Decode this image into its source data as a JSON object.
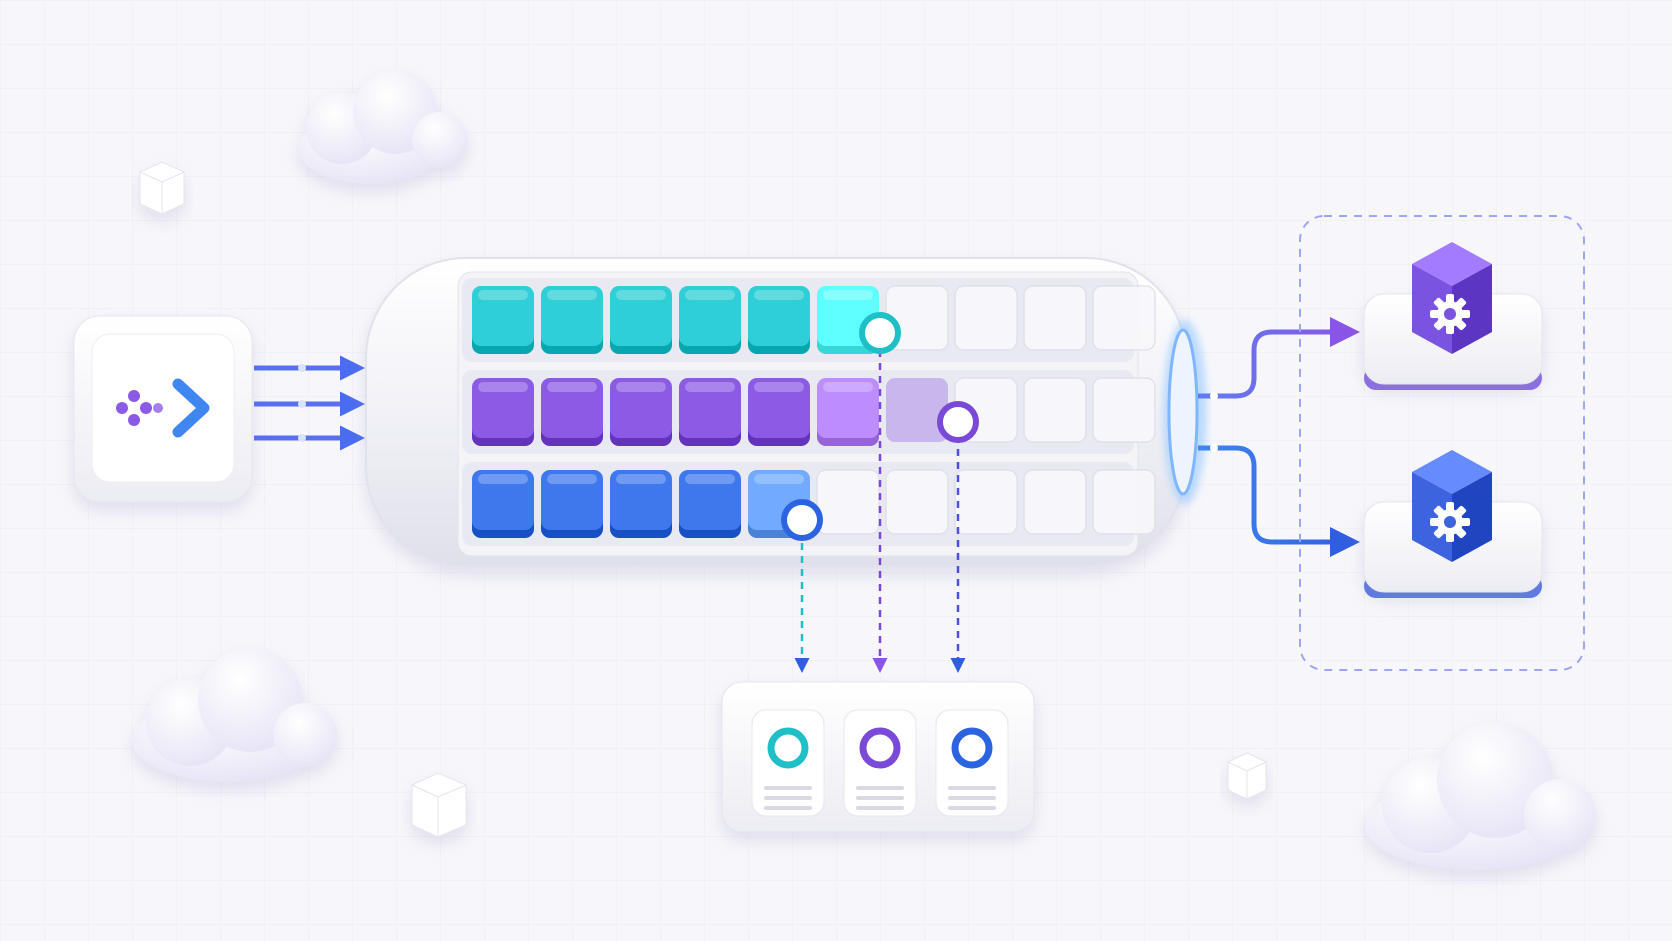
{
  "diagram": {
    "producer": {
      "icon": "data-stream-arrow-icon"
    },
    "queue": {
      "lanes": [
        {
          "color": "#2ecfd6",
          "filled": 6,
          "partial": 0,
          "total": 10
        },
        {
          "color": "#8b5be6",
          "filled": 6,
          "partial": 1,
          "total": 10
        },
        {
          "color": "#3f78ec",
          "filled": 5,
          "partial": 0,
          "total": 10
        }
      ]
    },
    "offset_markers": [
      {
        "color": "#1fbfc8"
      },
      {
        "color": "#7a49d8"
      },
      {
        "color": "#2c63e0"
      }
    ],
    "offset_store": {
      "icon": "offset-store-icon"
    },
    "consumers": [
      {
        "icon": "gear-cube-icon",
        "color": "#7a53e0"
      },
      {
        "icon": "gear-cube-icon",
        "color": "#3e63df"
      }
    ],
    "colors": {
      "background": "#f7f7fb",
      "cyan": "#2ecfd6",
      "purple": "#8b5be6",
      "blue": "#3f78ec"
    }
  }
}
